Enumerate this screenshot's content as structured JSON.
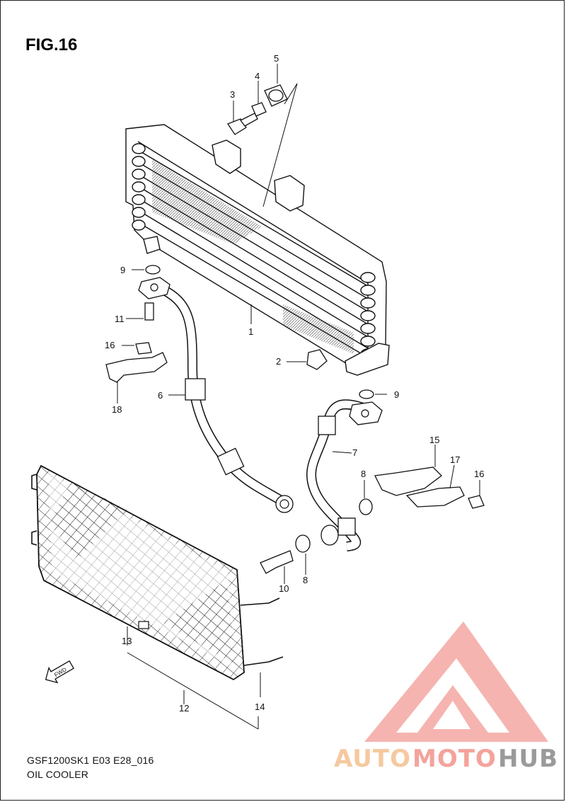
{
  "figure": {
    "title": "FIG.16",
    "model_code": "GSF1200SK1 E03 E28_016",
    "assembly_name": "OIL COOLER"
  },
  "callouts": [
    {
      "number": "1"
    },
    {
      "number": "2"
    },
    {
      "number": "3"
    },
    {
      "number": "4"
    },
    {
      "number": "5"
    },
    {
      "number": "6"
    },
    {
      "number": "7"
    },
    {
      "number": "8"
    },
    {
      "number": "8"
    },
    {
      "number": "9"
    },
    {
      "number": "9"
    },
    {
      "number": "10"
    },
    {
      "number": "11"
    },
    {
      "number": "12"
    },
    {
      "number": "13"
    },
    {
      "number": "14"
    },
    {
      "number": "15"
    },
    {
      "number": "16"
    },
    {
      "number": "16"
    },
    {
      "number": "17"
    },
    {
      "number": "18"
    }
  ],
  "direction_marker": {
    "label": "FWD",
    "icon": "forward-arrow-icon"
  },
  "watermark": {
    "word_part_1": "AUTO",
    "word_part_2": "MOTO",
    "word_part_3": "HUB",
    "colors": {
      "auto": "#f5c9a0",
      "moto": "#f4a39c",
      "hub": "#9a9a9a",
      "triangle": "#f29393"
    }
  }
}
